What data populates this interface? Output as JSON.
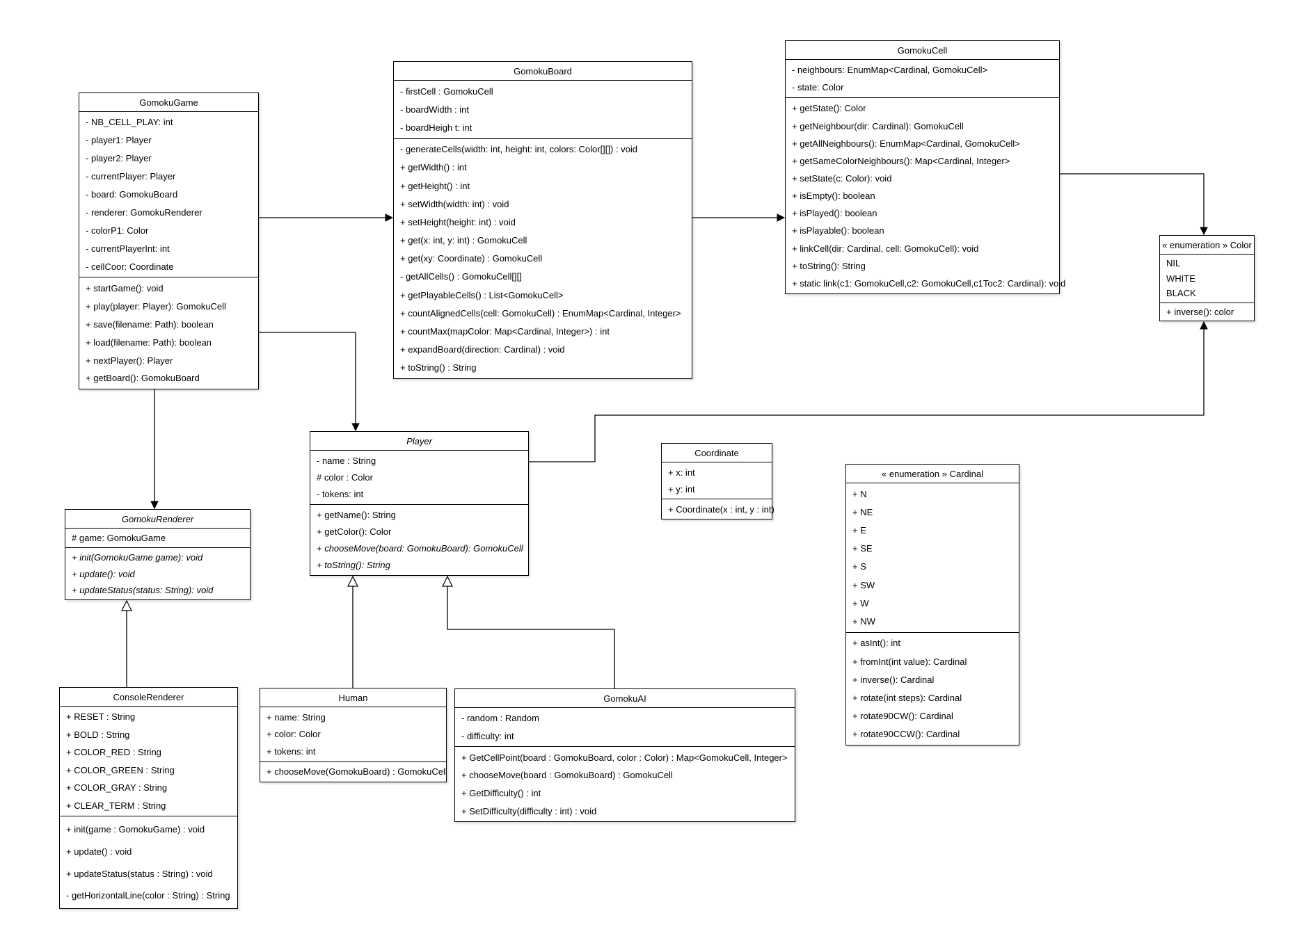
{
  "diagram": {
    "style": {
      "background": "#ffffff",
      "stroke": "#000000",
      "text": "#000000"
    },
    "classes": [
      {
        "id": "GomokuGame",
        "title": "GomokuGame",
        "abstract": false,
        "attributes": [
          "- NB_CELL_PLAY: int",
          "- player1: Player",
          "- player2: Player",
          "- currentPlayer: Player",
          "- board: GomokuBoard",
          "- renderer: GomokuRenderer",
          "- colorP1: Color",
          "- currentPlayerInt: int",
          "- cellCoor: Coordinate"
        ],
        "methods": [
          "+ startGame(): void",
          "+ play(player: Player): GomokuCell",
          "+ save(filename: Path): boolean",
          "+ load(filename: Path): boolean",
          "+ nextPlayer(): Player",
          "+ getBoard(): GomokuBoard"
        ]
      },
      {
        "id": "GomokuBoard",
        "title": "GomokuBoard",
        "abstract": false,
        "attributes": [
          "- firstCell : GomokuCell",
          "- boardWidth : int",
          "- boardHeigh t: int"
        ],
        "methods": [
          "- generateCells(width: int, height: int, colors: Color[][]) : void",
          "+ getWidth() : int",
          "+ getHeight() : int",
          "+ setWidth(width: int) : void",
          "+ setHeight(height: int) : void",
          "+ get(x: int, y: int) : GomokuCell",
          "+ get(xy: Coordinate) : GomokuCell",
          "- getAllCells() : GomokuCell[][]",
          "+ getPlayableCells() : List<GomokuCell>",
          "+ countAlignedCells(cell: GomokuCell) : EnumMap<Cardinal, Integer>",
          "+ countMax(mapColor: Map<Cardinal, Integer>) : int",
          "+ expandBoard(direction: Cardinal) : void",
          "+ toString() : String"
        ]
      },
      {
        "id": "GomokuCell",
        "title": "GomokuCell",
        "abstract": false,
        "attributes": [
          "- neighbours: EnumMap<Cardinal, GomokuCell>",
          "- state: Color"
        ],
        "methods": [
          "+ getState(): Color",
          "+ getNeighbour(dir: Cardinal): GomokuCell",
          "+ getAllNeighbours(): EnumMap<Cardinal, GomokuCell>",
          "+ getSameColorNeighbours(): Map<Cardinal, Integer>",
          "+ setState(c: Color): void",
          "+ isEmpty(): boolean",
          "+ isPlayed(): boolean",
          "+ isPlayable(): boolean",
          "+ linkCell(dir: Cardinal, cell: GomokuCell): void",
          "+ toString(): String",
          "+ static link(c1: GomokuCell,c2: GomokuCell,c1Toc2: Cardinal): void"
        ]
      },
      {
        "id": "Color",
        "title": "« enumeration » Color",
        "abstract": false,
        "attributes": [
          "NIL",
          "WHITE",
          "BLACK"
        ],
        "methods": [
          "+ inverse(): color"
        ]
      },
      {
        "id": "Player",
        "title": "Player",
        "abstract": true,
        "attributes": [
          "- name : String",
          "# color : Color",
          "- tokens: int"
        ],
        "methods": [
          "+ getName(): String",
          "+ getColor(): Color",
          {
            "text": "+ chooseMove(board: GomokuBoard): GomokuCell",
            "italic": true
          },
          {
            "text": "+ toString(): String",
            "italic": true
          }
        ]
      },
      {
        "id": "Coordinate",
        "title": "Coordinate",
        "abstract": false,
        "attributes": [
          "+ x: int",
          "+ y: int"
        ],
        "methods": [
          "+ Coordinate(x : int, y : int)"
        ]
      },
      {
        "id": "Cardinal",
        "title": "« enumeration » Cardinal",
        "abstract": false,
        "attributes": [
          "+ N",
          "+ NE",
          "+ E",
          "+ SE",
          "+ S",
          "+ SW",
          "+ W",
          "+ NW"
        ],
        "methods": [
          "+ asInt(): int",
          "+ fromInt(int value): Cardinal",
          "+ inverse(): Cardinal",
          "+ rotate(int steps): Cardinal",
          "+ rotate90CW(): Cardinal",
          "+ rotate90CCW(): Cardinal"
        ]
      },
      {
        "id": "GomokuRenderer",
        "title": "GomokuRenderer",
        "abstract": true,
        "attributes": [
          "# game: GomokuGame"
        ],
        "methods": [
          {
            "text": "+ init(GomokuGame game): void",
            "italic": true
          },
          {
            "text": "+ update(): void",
            "italic": true
          },
          {
            "text": "+ updateStatus(status: String): void",
            "italic": true
          }
        ]
      },
      {
        "id": "ConsoleRenderer",
        "title": "ConsoleRenderer",
        "abstract": false,
        "attributes": [
          "+ RESET : String",
          "+ BOLD : String",
          "+ COLOR_RED : String",
          "+ COLOR_GREEN : String",
          "+ COLOR_GRAY : String",
          "+ CLEAR_TERM : String"
        ],
        "methods": [
          "+ init(game : GomokuGame) : void",
          "+ update() : void",
          "+ updateStatus(status : String) : void",
          "- getHorizontalLine(color : String) : String"
        ]
      },
      {
        "id": "Human",
        "title": "Human",
        "abstract": false,
        "attributes": [
          "+ name: String",
          "+ color: Color",
          "+ tokens: int"
        ],
        "methods": [
          "+ chooseMove(GomokuBoard) : GomokuCell"
        ]
      },
      {
        "id": "GomokuAI",
        "title": "GomokuAI",
        "abstract": false,
        "attributes": [
          "- random : Random",
          "- difficulty: int"
        ],
        "methods": [
          "+ GetCellPoint(board : GomokuBoard, color : Color) : Map<GomokuCell, Integer>",
          "+ chooseMove(board : GomokuBoard) : GomokuCell",
          "+ GetDifficulty() : int",
          "+ SetDifficulty(difficulty : int) : void"
        ]
      }
    ],
    "relations": [
      {
        "from": "GomokuGame",
        "to": "GomokuBoard",
        "type": "association"
      },
      {
        "from": "GomokuBoard",
        "to": "GomokuCell",
        "type": "association"
      },
      {
        "from": "GomokuCell",
        "to": "Color",
        "type": "association"
      },
      {
        "from": "Player",
        "to": "Color",
        "type": "association"
      },
      {
        "from": "GomokuGame",
        "to": "Player",
        "type": "association"
      },
      {
        "from": "GomokuGame",
        "to": "GomokuRenderer",
        "type": "association"
      },
      {
        "from": "ConsoleRenderer",
        "to": "GomokuRenderer",
        "type": "inheritance"
      },
      {
        "from": "Human",
        "to": "Player",
        "type": "inheritance"
      },
      {
        "from": "GomokuAI",
        "to": "Player",
        "type": "inheritance"
      }
    ]
  }
}
